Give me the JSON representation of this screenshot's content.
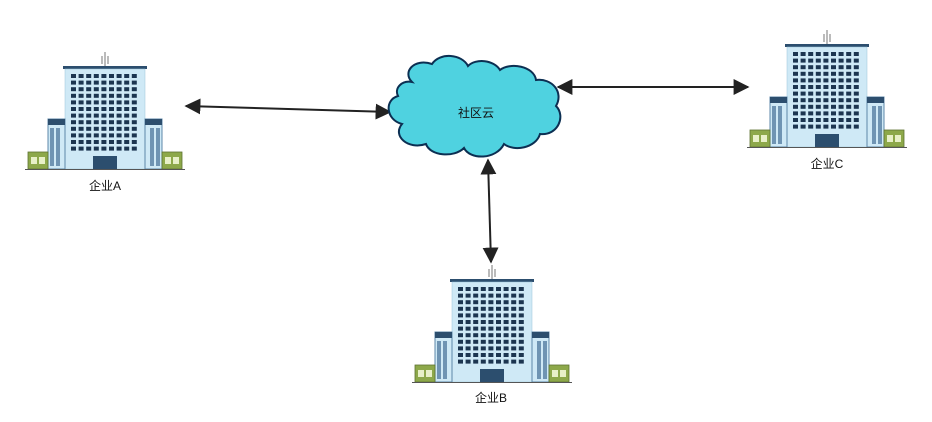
{
  "cloud": {
    "label": "社区云",
    "fill": "#4fd2e0",
    "stroke": "#0c2f52"
  },
  "nodes": [
    {
      "id": "a",
      "label": "企业A",
      "icon": "office-building-icon"
    },
    {
      "id": "b",
      "label": "企业B",
      "icon": "office-building-icon"
    },
    {
      "id": "c",
      "label": "企业C",
      "icon": "office-building-icon"
    }
  ],
  "connections": [
    {
      "from": "a",
      "to": "cloud",
      "style": "bidirectional-arrow"
    },
    {
      "from": "cloud",
      "to": "b",
      "style": "bidirectional-arrow"
    },
    {
      "from": "cloud",
      "to": "c",
      "style": "bidirectional-arrow"
    }
  ],
  "colors": {
    "building_body": "#cfe9f6",
    "building_trim": "#2c4e6e",
    "window": "#1c3550",
    "side_block": "#5e87a8",
    "annex": "#8da84a",
    "ground": "#555555",
    "connector": "#222222"
  }
}
